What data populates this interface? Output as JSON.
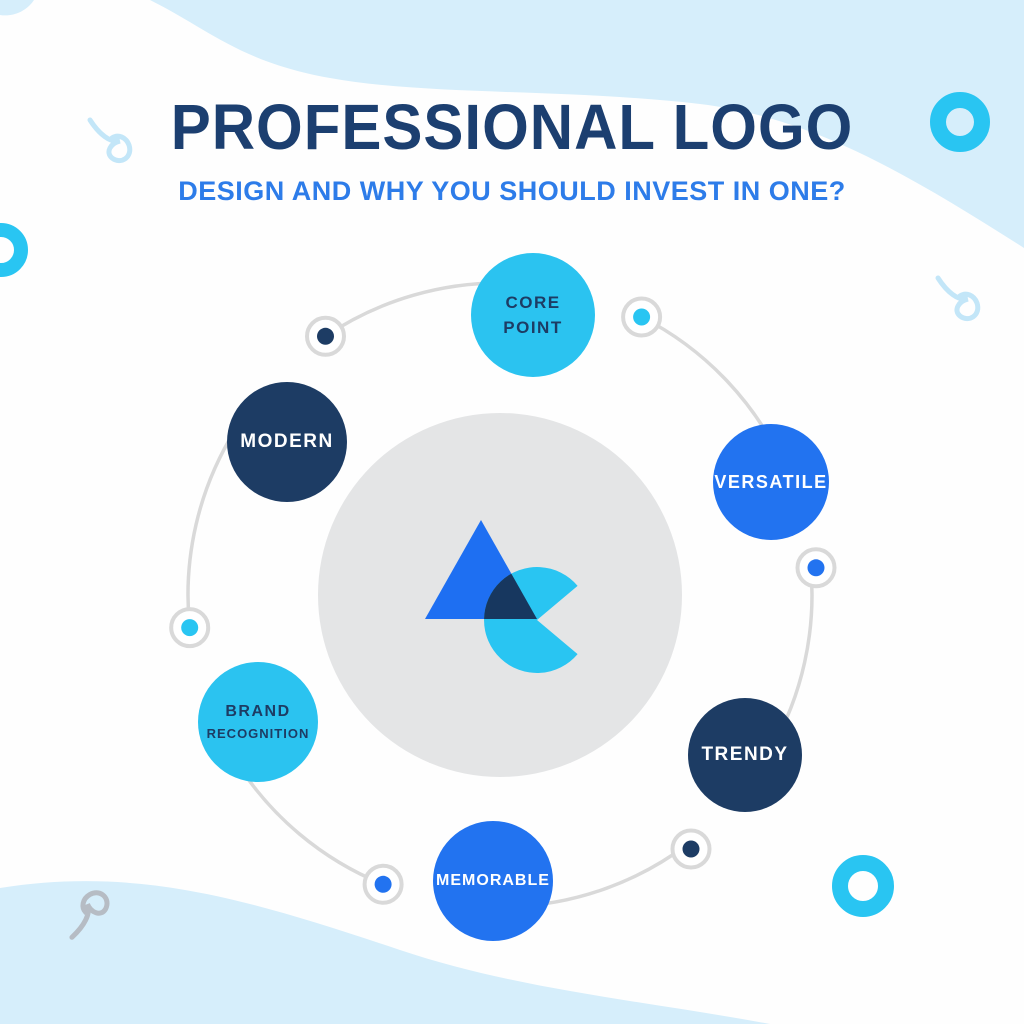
{
  "header": {
    "title": "PROFESSIONAL LOGO",
    "subtitle": "DESIGN AND WHY YOU SHOULD INVEST IN ONE?"
  },
  "items": [
    {
      "id": "core-point",
      "label": "CORE POINT",
      "lines": [
        "CORE",
        "POINT"
      ],
      "fill": "#2bc3f0",
      "text_color": "#1d3c64"
    },
    {
      "id": "versatile",
      "label": "VERSATILE",
      "lines": [
        "VERSATILE"
      ],
      "fill": "#2273f0",
      "text_color": "#ffffff"
    },
    {
      "id": "trendy",
      "label": "TRENDY",
      "lines": [
        "TRENDY"
      ],
      "fill": "#1d3c64",
      "text_color": "#ffffff"
    },
    {
      "id": "memorable",
      "label": "MEMORABLE",
      "lines": [
        "MEMORABLE"
      ],
      "fill": "#2273f0",
      "text_color": "#ffffff"
    },
    {
      "id": "brand-recognition",
      "label": "BRAND RECOGNITION",
      "lines": [
        "BRAND",
        "RECOGNITION"
      ],
      "fill": "#2bc3f0",
      "text_color": "#1d3c64"
    },
    {
      "id": "modern",
      "label": "MODERN",
      "lines": [
        "MODERN"
      ],
      "fill": "#1d3c64",
      "text_color": "#ffffff"
    }
  ],
  "nodes": [
    {
      "id": "node-above-modern",
      "dot": "#1d3c64"
    },
    {
      "id": "node-right-of-core-point",
      "dot": "#29c5f2"
    },
    {
      "id": "node-below-versatile",
      "dot": "#2273f0"
    },
    {
      "id": "node-below-trendy",
      "dot": "#1d3c64"
    },
    {
      "id": "node-left-of-memorable",
      "dot": "#2273f0"
    },
    {
      "id": "node-above-brand-recognition",
      "dot": "#29c5f2"
    }
  ],
  "logo": {
    "name": "abstract-triangle-pacman-logo",
    "triangle_color": "#1e6ff2",
    "pacman_color": "#29c5f2",
    "overlap_color": "#17375f",
    "backdrop_color": "#e4e5e6"
  },
  "colors": {
    "background": "#fefefe",
    "blob": "#d6eefb",
    "donut": "#29c5f2",
    "squiggle_blue": "#c3e6f8",
    "squiggle_gray": "#b6bcc4",
    "connector_gray": "#d9d9d9",
    "title": "#1c3f70",
    "subtitle": "#2d7ce9"
  }
}
